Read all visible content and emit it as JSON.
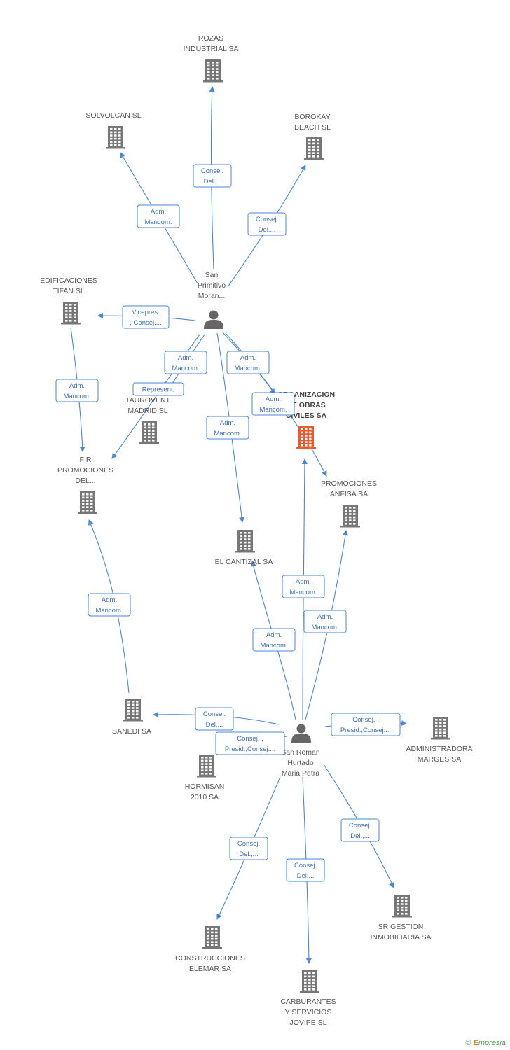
{
  "colors": {
    "company": "#777777",
    "focus": "#ef5a2a",
    "person": "#666666",
    "edge": "#4a86d4"
  },
  "nodes": [
    {
      "id": "rozas",
      "type": "company",
      "lines": [
        "ROZAS",
        "INDUSTRIAL SA"
      ]
    },
    {
      "id": "solvolcan",
      "type": "company",
      "lines": [
        "SOLVOLCAN SL"
      ]
    },
    {
      "id": "borokay",
      "type": "company",
      "lines": [
        "BOROKAY",
        "BEACH SL"
      ]
    },
    {
      "id": "san-primitivo",
      "type": "person",
      "lines": [
        "San",
        "Primitivo",
        "Moran..."
      ]
    },
    {
      "id": "edificaciones",
      "type": "company",
      "lines": [
        "EDIFICACIONES",
        "TIFAN SL"
      ]
    },
    {
      "id": "taurovent",
      "type": "company",
      "lines": [
        "TAUROVENT",
        "MADRID SL"
      ]
    },
    {
      "id": "organizacion",
      "type": "focus",
      "lines": [
        "ORGANIZACION",
        "DE OBRAS",
        "CIVILES SA"
      ]
    },
    {
      "id": "fr-promociones",
      "type": "company",
      "lines": [
        "F R",
        "PROMOCIONES",
        "DEL..."
      ]
    },
    {
      "id": "anfisa",
      "type": "company",
      "lines": [
        "PROMOCIONES",
        "ANFISA SA"
      ]
    },
    {
      "id": "cantizal",
      "type": "company",
      "lines": [
        "EL CANTIZAL SA"
      ]
    },
    {
      "id": "sanedi",
      "type": "company",
      "lines": [
        "SANEDI SA"
      ]
    },
    {
      "id": "san-roman",
      "type": "person",
      "lines": [
        "San Roman",
        "Hurtado",
        "Maria Petra"
      ]
    },
    {
      "id": "administradora",
      "type": "company",
      "lines": [
        "ADMINISTRADORA",
        "MARGES SA"
      ]
    },
    {
      "id": "hormisan",
      "type": "company",
      "lines": [
        "HORMISAN",
        "2010 SA"
      ]
    },
    {
      "id": "sr-gestion",
      "type": "company",
      "lines": [
        "SR GESTION",
        "INMOBILIARIA SA"
      ]
    },
    {
      "id": "construcciones",
      "type": "company",
      "lines": [
        "CONSTRUCCIONES",
        "ELEMAR SA"
      ]
    },
    {
      "id": "carburantes",
      "type": "company",
      "lines": [
        "CARBURANTES",
        "Y SERVICIOS",
        "JOVIPE SL"
      ]
    }
  ],
  "edges": [
    {
      "id": "e1",
      "from": "san-primitivo",
      "to": "rozas",
      "label": [
        "Consej.",
        "Del...."
      ]
    },
    {
      "id": "e2",
      "from": "san-primitivo",
      "to": "solvolcan",
      "label": [
        "Adm.",
        "Mancom."
      ]
    },
    {
      "id": "e3",
      "from": "san-primitivo",
      "to": "borokay",
      "label": [
        "Consej.",
        "Del...."
      ]
    },
    {
      "id": "e4",
      "from": "san-primitivo",
      "to": "edificaciones",
      "label": [
        "Vicepres.",
        ", Consej...."
      ]
    },
    {
      "id": "e5",
      "from": "san-primitivo",
      "to": "taurovent",
      "label": [
        "Adm.",
        "Mancom."
      ]
    },
    {
      "id": "e6",
      "from": "san-primitivo",
      "to": "fr-promociones",
      "label": [
        "Represent."
      ]
    },
    {
      "id": "e7",
      "from": "san-primitivo",
      "to": "organizacion",
      "label": [
        "Adm.",
        "Mancom."
      ]
    },
    {
      "id": "e8",
      "from": "san-primitivo",
      "to": "anfisa",
      "label": [
        "Adm.",
        "Mancom."
      ]
    },
    {
      "id": "e9",
      "from": "san-primitivo",
      "to": "cantizal",
      "label": [
        "Adm.",
        "Mancom."
      ]
    },
    {
      "id": "e10",
      "from": "edificaciones",
      "to": "fr-promociones",
      "label": [
        "Adm.",
        "Mancom."
      ]
    },
    {
      "id": "e11",
      "from": "sanedi",
      "to": "fr-promociones",
      "label": [
        "Adm.",
        "Mancom."
      ]
    },
    {
      "id": "e12",
      "from": "san-roman",
      "to": "cantizal",
      "label": [
        "Adm.",
        "Mancom."
      ]
    },
    {
      "id": "e13",
      "from": "san-roman",
      "to": "organizacion",
      "label": [
        "Adm.",
        "Mancom."
      ]
    },
    {
      "id": "e14",
      "from": "san-roman",
      "to": "anfisa",
      "label": [
        "Adm.",
        "Mancom."
      ]
    },
    {
      "id": "e15",
      "from": "san-roman",
      "to": "sanedi",
      "label": [
        "Consej.",
        "Del...."
      ]
    },
    {
      "id": "e16",
      "from": "san-roman",
      "to": "hormisan",
      "label": [
        "Consej. ,",
        "Presid.,Consej...."
      ]
    },
    {
      "id": "e17",
      "from": "san-roman",
      "to": "administradora",
      "label": [
        "Consej. ,",
        "Presid.,Consej...."
      ]
    },
    {
      "id": "e18",
      "from": "san-roman",
      "to": "sr-gestion",
      "label": [
        "Consej.",
        "Del.,..."
      ]
    },
    {
      "id": "e19",
      "from": "san-roman",
      "to": "construcciones",
      "label": [
        "Consej.",
        "Del.,..."
      ]
    },
    {
      "id": "e20",
      "from": "san-roman",
      "to": "carburantes",
      "label": [
        "Consej.",
        "Del...."
      ]
    }
  ],
  "credit": {
    "symbol": "©",
    "brand_first": "E",
    "brand_rest": "mpresia"
  }
}
